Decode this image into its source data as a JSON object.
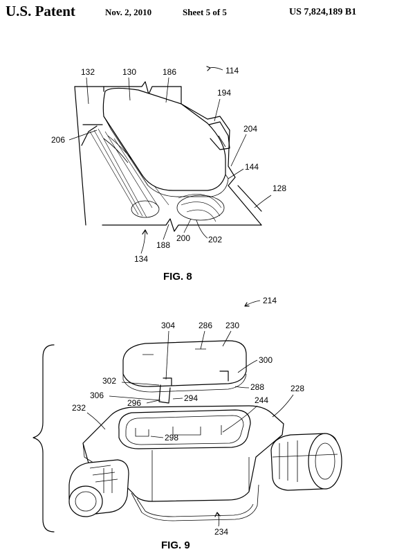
{
  "header": {
    "applicant": "U.S. Patent",
    "date": "Nov. 2, 2010",
    "sheet": "Sheet 5 of 5",
    "patent_number": "US 7,824,189 B1"
  },
  "figure8": {
    "caption": "FIG. 8",
    "refs": {
      "r114": "114",
      "r132": "132",
      "r130": "130",
      "r186": "186",
      "r194": "194",
      "r206": "206",
      "r204": "204",
      "r144": "144",
      "r128": "128",
      "r188": "188",
      "r200": "200",
      "r202": "202",
      "r134": "134"
    }
  },
  "figure9": {
    "caption": "FIG. 9",
    "refs": {
      "r214": "214",
      "r304": "304",
      "r286": "286",
      "r230": "230",
      "r300": "300",
      "r302": "302",
      "r288": "288",
      "r294": "294",
      "r306": "306",
      "r296": "296",
      "r232": "232",
      "r228": "228",
      "r244": "244",
      "r298": "298",
      "r234": "234"
    }
  }
}
